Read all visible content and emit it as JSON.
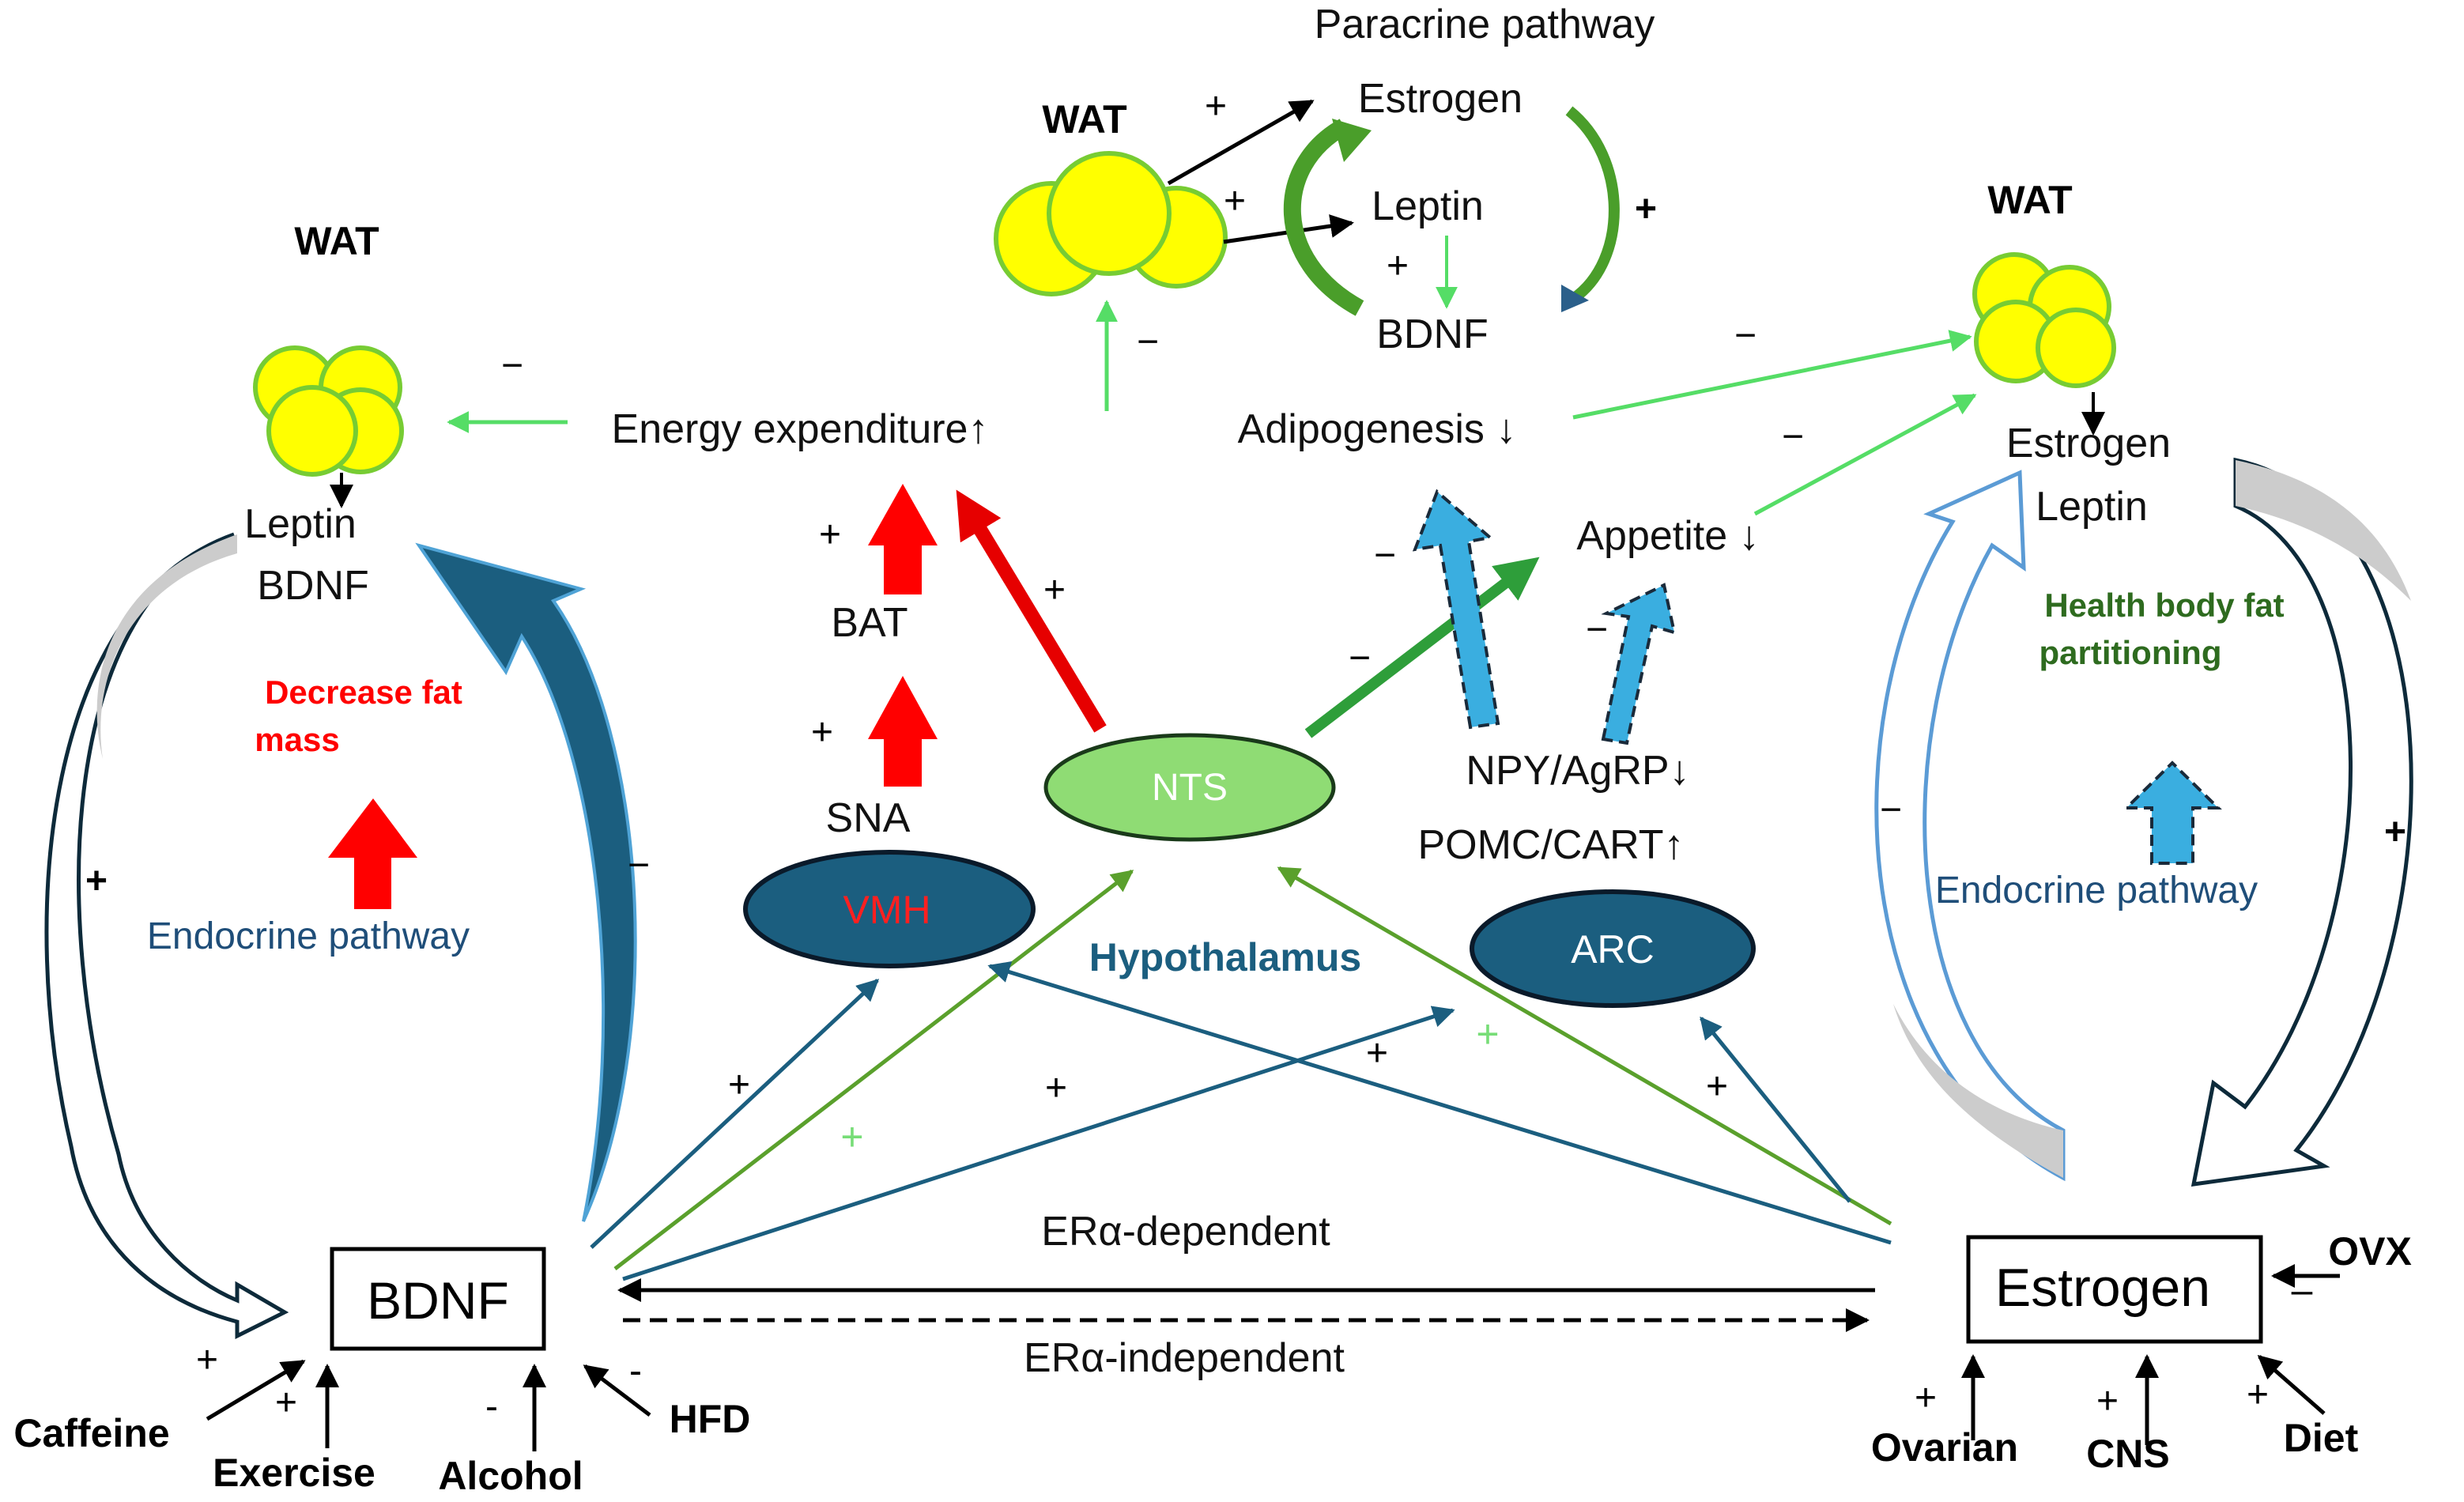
{
  "colors": {
    "black": "#000000",
    "red": "#ff0000",
    "darkRed": "#e60000",
    "navy": "#1b5e7f",
    "navyDark": "#174a68",
    "green": "#4caf50",
    "lightGreen": "#55dd66",
    "oliveGreen": "#5aa02c",
    "fatYellow": "#ffff00",
    "fatBorder": "#77cc33",
    "blue": "#3aaee0",
    "textBlue": "#1f4e79",
    "darkGreenText": "#2e6b1f",
    "grey": "#cccccc"
  },
  "labels": {
    "paracrine": "Paracrine pathway",
    "wat_top": "WAT",
    "wat_left": "WAT",
    "wat_right": "WAT",
    "estrogen_top": "Estrogen",
    "leptin_top": "Leptin",
    "bdnf_top": "BDNF",
    "leptin_left": "Leptin",
    "bdnf_left": "BDNF",
    "estrogen_right_small": "Estrogen",
    "leptin_right": "Leptin",
    "energy": "Energy expenditure↑",
    "adipogenesis": "Adipogenesis ↓",
    "appetite": "Appetite ↓",
    "bat": "BAT",
    "sna": "SNA",
    "nts": "NTS",
    "vmh": "VMH",
    "arc": "ARC",
    "hypothalamus": "Hypothalamus",
    "npy": "NPY/AgRP↓",
    "pomc": "POMC/CART↑",
    "decrease_fat": "Decrease fat",
    "decrease_fat2": "mass",
    "health1": "Health body fat",
    "health2": "partitioning",
    "endocrine_left": "Endocrine pathway",
    "endocrine_right": "Endocrine pathway",
    "bdnf_box": "BDNF",
    "estrogen_box": "Estrogen",
    "er_dep": "ERα-dependent",
    "er_indep": "ERα-independent",
    "caffeine": "Caffeine",
    "exercise": "Exercise",
    "alcohol": "Alcohol",
    "hfd": "HFD",
    "ovarian": "Ovarian",
    "cns": "CNS",
    "diet": "Diet",
    "ovx": "OVX"
  },
  "signs": {
    "plus": "+",
    "minus": "−",
    "dash": "-",
    "en_dash": "–"
  }
}
